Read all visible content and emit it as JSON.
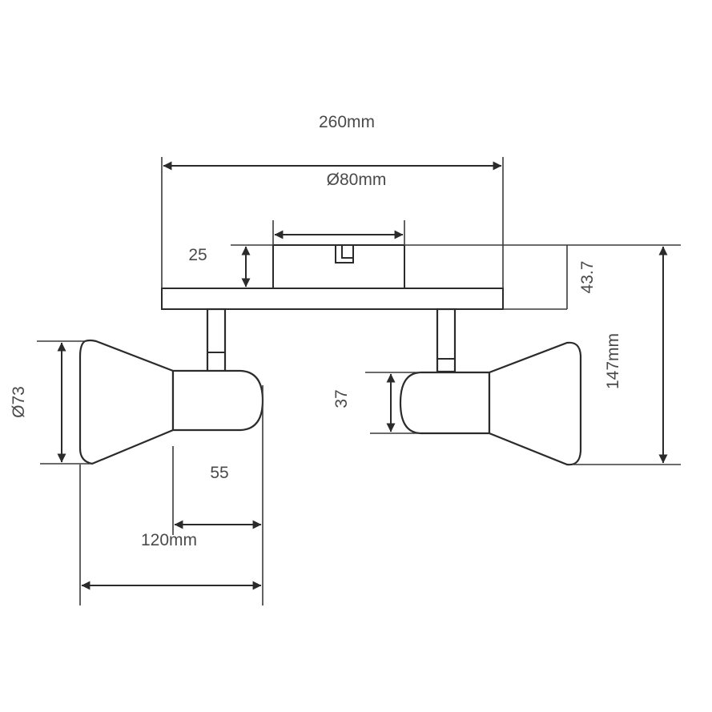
{
  "labels": {
    "overall_width": "260mm",
    "plate_diameter": "Ø80mm",
    "plate_depth": "25",
    "base_height": "43.7",
    "total_height": "147mm",
    "shade_diameter": "Ø73",
    "holder_height": "37",
    "holder_length": "55",
    "head_length": "120mm"
  },
  "colors": {
    "line": "#2b2b2b",
    "text": "#4a4a4a",
    "background": "#ffffff"
  }
}
